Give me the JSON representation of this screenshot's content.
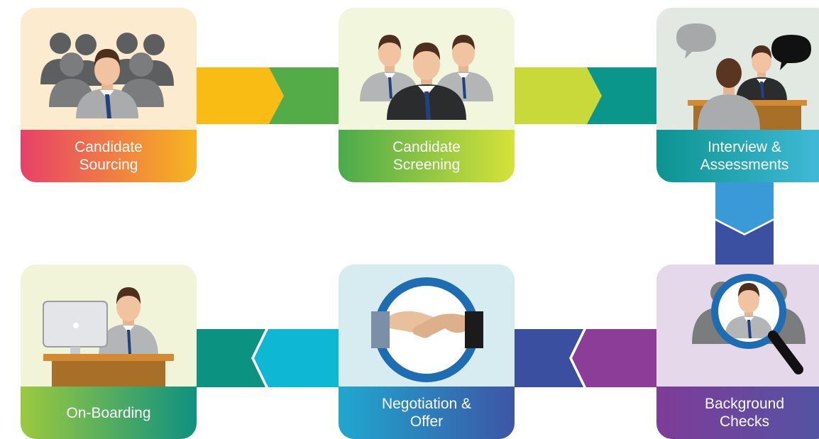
{
  "steps": [
    {
      "label": "Candidate\nSourcing",
      "icon": "crowd-person-icon",
      "illus_bg": "#fdebd0",
      "grad": [
        "#e8406a",
        "#f7b520"
      ]
    },
    {
      "label": "Candidate\nScreening",
      "icon": "team-screening-icon",
      "illus_bg": "#f2f6dc",
      "grad": [
        "#4aaa4c",
        "#d6e23a"
      ]
    },
    {
      "label": "Interview &\nAssessments",
      "icon": "interview-icon",
      "illus_bg": "#e2e9e3",
      "grad": [
        "#0c9490",
        "#44bcdd"
      ]
    },
    {
      "label": "Background\nChecks",
      "icon": "magnifier-icon",
      "illus_bg": "#e4d8ea",
      "grad": [
        "#7f3c98",
        "#5154a4"
      ]
    },
    {
      "label": "Negotiation &\nOffer",
      "icon": "handshake-icon",
      "illus_bg": "#d6ecf1",
      "grad": [
        "#1fa8cf",
        "#3d55a5"
      ]
    },
    {
      "label": "On-Boarding",
      "icon": "desk-computer-icon",
      "illus_bg": "#f2f4da",
      "grad": [
        "#9cc93f",
        "#0f9180"
      ]
    }
  ],
  "colors": {
    "arrow1": "#f9bc15",
    "arrow2": "#53ac47",
    "arrow3": "#c9d93a",
    "arrow4": "#0a968a",
    "arrow5": "#3a9ad8",
    "arrow6": "#3c50a1",
    "arrow7": "#8b3d98",
    "arrow8": "#3a4fa0",
    "arrow9": "#0eb7d4",
    "arrow10": "#0c9281"
  }
}
